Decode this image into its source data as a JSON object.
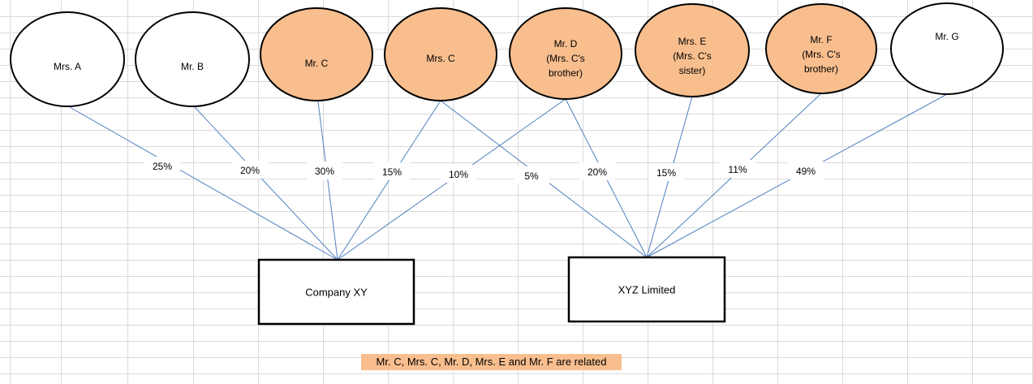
{
  "colors": {
    "related_fill": "#f8be8e",
    "unrelated_fill": "#ffffff",
    "edge": "#4f7fbf",
    "gridline": "#dadada",
    "note_fill": "#f8be8e"
  },
  "people": [
    {
      "id": "mrs-a",
      "lines": [
        "Mrs. A"
      ],
      "related": false
    },
    {
      "id": "mr-b",
      "lines": [
        "Mr. B"
      ],
      "related": false
    },
    {
      "id": "mr-c",
      "lines": [
        "Mr. C"
      ],
      "related": true
    },
    {
      "id": "mrs-c",
      "lines": [
        "Mrs. C"
      ],
      "related": true
    },
    {
      "id": "mr-d",
      "lines": [
        "Mr. D",
        "(Mrs. C's",
        "brother)"
      ],
      "related": true
    },
    {
      "id": "mrs-e",
      "lines": [
        "Mrs. E",
        "(Mrs. C's",
        "sister)"
      ],
      "related": true
    },
    {
      "id": "mr-f",
      "lines": [
        "Mr. F",
        "(Mrs. C's",
        "brother)"
      ],
      "related": true
    },
    {
      "id": "mr-g",
      "lines": [
        "Mr. G"
      ],
      "related": false
    }
  ],
  "companies": [
    {
      "id": "company-xy",
      "label": "Company XY"
    },
    {
      "id": "xyz-limited",
      "label": "XYZ Limited"
    }
  ],
  "holdings": [
    {
      "from": "mrs-a",
      "to": "company-xy",
      "pct": "25%"
    },
    {
      "from": "mr-b",
      "to": "company-xy",
      "pct": "20%"
    },
    {
      "from": "mr-c",
      "to": "company-xy",
      "pct": "30%"
    },
    {
      "from": "mrs-c",
      "to": "company-xy",
      "pct": "15%"
    },
    {
      "from": "mr-d",
      "to": "company-xy",
      "pct": "10%"
    },
    {
      "from": "mrs-c",
      "to": "xyz-limited",
      "pct": "5%"
    },
    {
      "from": "mr-d",
      "to": "xyz-limited",
      "pct": "20%"
    },
    {
      "from": "mrs-e",
      "to": "xyz-limited",
      "pct": "15%"
    },
    {
      "from": "mr-f",
      "to": "xyz-limited",
      "pct": "11%"
    },
    {
      "from": "mr-g",
      "to": "xyz-limited",
      "pct": "49%"
    }
  ],
  "note": "Mr. C, Mrs. C, Mr. D, Mrs. E and Mr. F are related"
}
